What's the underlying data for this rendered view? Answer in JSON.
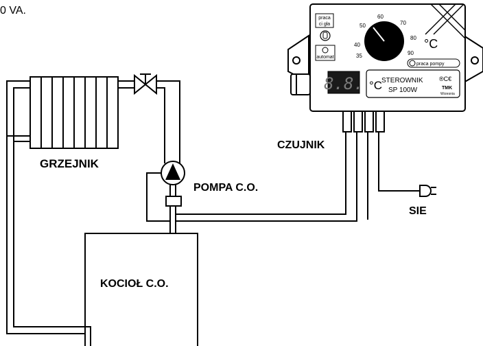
{
  "caption_fragment": "0 VA.",
  "labels": {
    "radiator": "GRZEJNIK",
    "pump": "POMPA C.O.",
    "boiler": "KOCIOŁ C.O.",
    "sensor": "CZUJNIK",
    "mains": "SIE"
  },
  "controller": {
    "mode_button_label_line1": "praca",
    "mode_button_label_line2": "ci gła",
    "auto_label": "automat",
    "pump_indicator_label": "praca pompy",
    "display_value": "8.8.",
    "degree_symbol": "°C",
    "dial_unit": "°C",
    "brand_line1": "STEROWNIK",
    "brand_line2": "SP 100W",
    "cert_marks": "®C€",
    "maker_logo": "TMK",
    "maker_city": "Wrzesnia",
    "dial_scale": [
      "35",
      "40",
      "50",
      "60",
      "70",
      "80",
      "90"
    ]
  },
  "colors": {
    "line": "#000000",
    "display_bg": "#1a1a1a",
    "display_digit": "#7a7a7a"
  }
}
